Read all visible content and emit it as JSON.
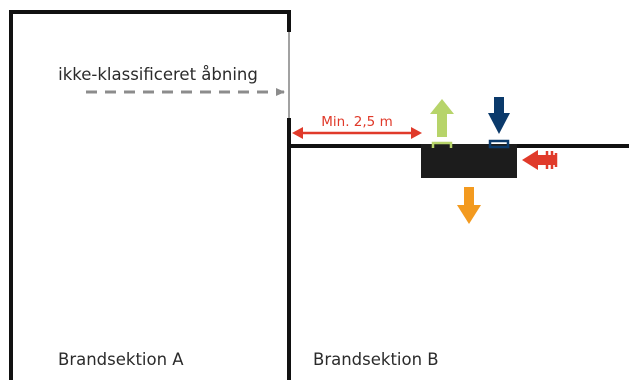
{
  "labels": {
    "opening": "ikke-klassificeret åbning",
    "distance": "Min. 2,5 m",
    "section_a": "Brandsektion A",
    "section_b": "Brandsektion B"
  },
  "colors": {
    "wall": "#111111",
    "opening_arrow": "#8c8c8c",
    "distance": "#e03a2a",
    "intake_arrow": "#b7d46a",
    "exhaust_arrow": "#0b3a6b",
    "fire_arrow": "#e03a2a",
    "down_arrow": "#f39a1f",
    "unit": "#1c1c1c"
  },
  "icons": {
    "opening_arrow": "dashed-arrow-right-icon",
    "distance_arrow": "double-arrow-horizontal-icon",
    "intake_arrow": "arrow-up-icon",
    "exhaust_arrow": "arrow-down-icon",
    "fire_arrow": "arrow-left-icon",
    "down_arrow": "arrow-down-icon"
  }
}
